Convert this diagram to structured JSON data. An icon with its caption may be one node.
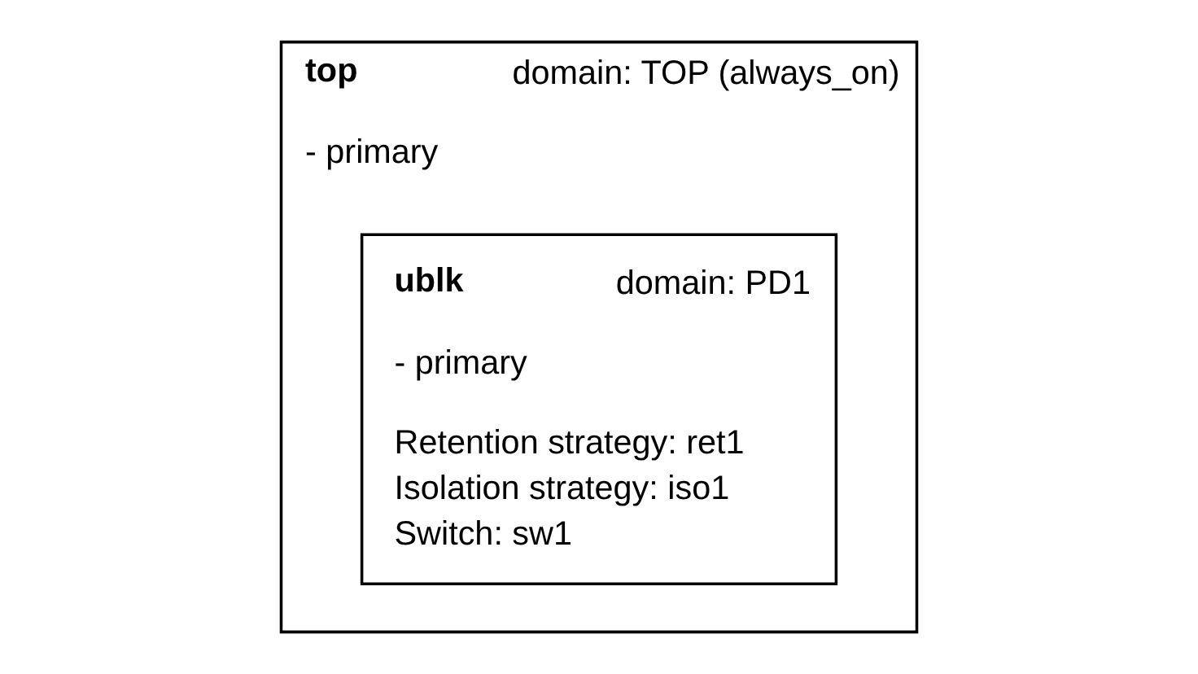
{
  "diagram": {
    "nodes": [
      {
        "text": [
          "top",
          "domain: TOP (always_on)",
          "- primary"
        ]
      },
      {
        "text": [
          "ublk",
          "domain: PD1",
          "- primary",
          "Retention strategy: ret1",
          "Isolation strategy: iso1",
          "Switch: sw1"
        ],
        "in": 0
      }
    ]
  }
}
